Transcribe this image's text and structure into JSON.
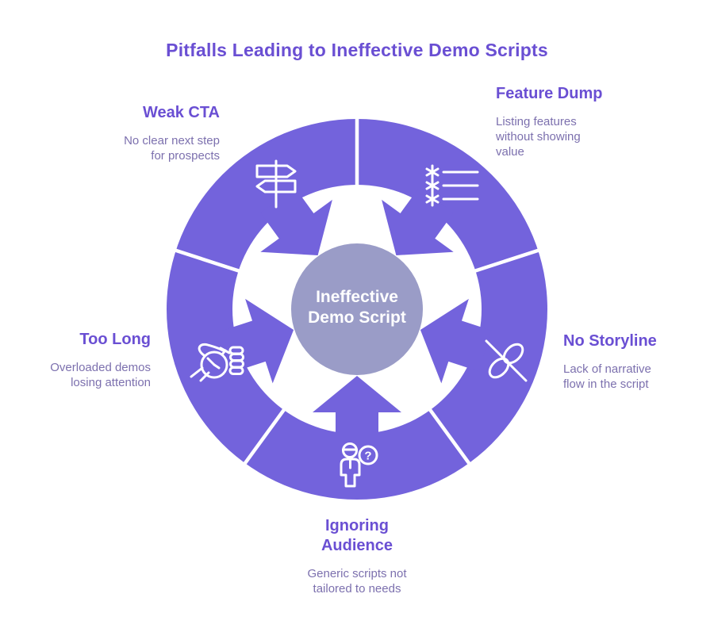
{
  "title": "Pitfalls Leading to Ineffective Demo Scripts",
  "center": {
    "line1": "Ineffective",
    "line2": "Demo Script"
  },
  "colors": {
    "ring": "#7363DC",
    "center_circle": "#9A9CC7",
    "heading": "#6A4FD3",
    "subtext": "#7C70AE",
    "icon_stroke": "#FFFFFF"
  },
  "icons": {
    "question_mark": "?"
  },
  "pitfalls": [
    {
      "id": "weak-cta",
      "label": "Weak CTA",
      "description": "No clear next step for prospects",
      "icon": "signpost-icon"
    },
    {
      "id": "feature-dump",
      "label": "Feature Dump",
      "description": "Listing features without showing value",
      "icon": "feature-list-icon"
    },
    {
      "id": "no-storyline",
      "label": "No Storyline",
      "description": "Lack of narrative flow in the script",
      "icon": "crossed-loop-icon"
    },
    {
      "id": "ignoring-audience",
      "label": "Ignoring Audience",
      "description": "Generic scripts not tailored to needs",
      "icon": "person-question-icon"
    },
    {
      "id": "too-long",
      "label": "Too Long",
      "description": "Overloaded demos losing attention",
      "icon": "hand-stopwatch-icon"
    }
  ]
}
